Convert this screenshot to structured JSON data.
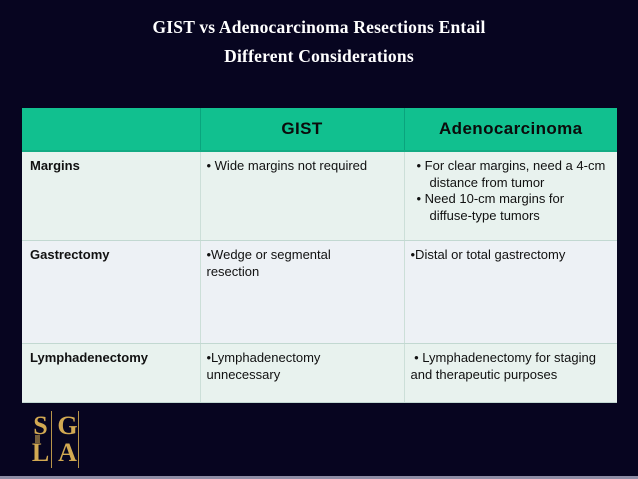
{
  "slide": {
    "title_line1": "GIST vs Adenocarcinoma Resections Entail",
    "title_line2": "Different Considerations"
  },
  "table": {
    "header": {
      "blank": "",
      "gist": "GIST",
      "adeno": "Adenocarcinoma"
    },
    "rows": [
      {
        "label": "Margins",
        "gist_items": [
          "• Wide margins not required"
        ],
        "adeno_items": [
          "• For clear margins, need a 4-cm distance from tumor",
          "• Need 10-cm margins for diffuse-type tumors"
        ]
      },
      {
        "label": "Gastrectomy",
        "gist_items": [
          "•Wedge or segmental resection"
        ],
        "adeno_items": [
          "•Distal or total gastrectomy"
        ]
      },
      {
        "label": "Lymphadenectomy",
        "gist_items": [
          "•Lymphadenectomy unnecessary"
        ],
        "adeno_items": [
          " • Lymphadenectomy for staging and therapeutic purposes"
        ]
      }
    ]
  },
  "logo": {
    "top_left": "S",
    "top_right": "G",
    "bottom_left": "L",
    "bottom_right": "A"
  },
  "colors": {
    "background": "#070520",
    "header_teal": "#11c08f",
    "header_border": "#0aa47d",
    "row_light": "#e8f2ee",
    "row_alt": "#edf1f5",
    "cell_border": "#c2d8d1",
    "title_text": "#ffffff",
    "body_text": "#111111",
    "logo_gold": "#d2a952",
    "footer_line": "#8e8da5"
  }
}
